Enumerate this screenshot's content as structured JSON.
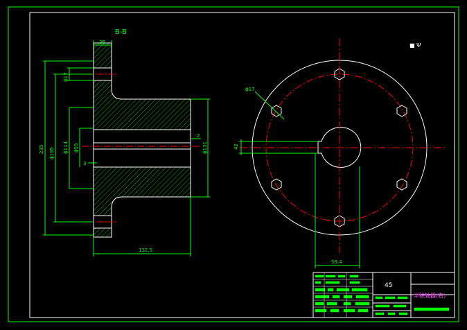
{
  "colors": {
    "background": "#000000",
    "border": "#00ff00",
    "outline": "#ffffff",
    "hatch": "#00cc00",
    "centerline": "#ff0000",
    "dimension": "#00ff00",
    "title_text": "#ff44ff",
    "title_fill": "#00ff00"
  },
  "drawing": {
    "section_label": "B-B",
    "view_marker": "■ Ψ"
  },
  "dimensions": {
    "left_view": {
      "flange_thickness": "26",
      "bolt_hole_dia": "ϕ17",
      "outer_dia": "235",
      "bolt_circle_dia": "ϕ195",
      "hub_dia": "ϕ114",
      "bore_dia": "ϕ55",
      "hub_length": "132,5",
      "keyway_depth": "2",
      "hub_outer_dia": "ϕ131",
      "chamfer": "3"
    },
    "right_view": {
      "hole_dia": "ϕ17",
      "keyway_width": "42",
      "keyway_offset": "59,4"
    }
  },
  "title_block": {
    "material": "45",
    "part_name": "半联轴器(右)"
  }
}
